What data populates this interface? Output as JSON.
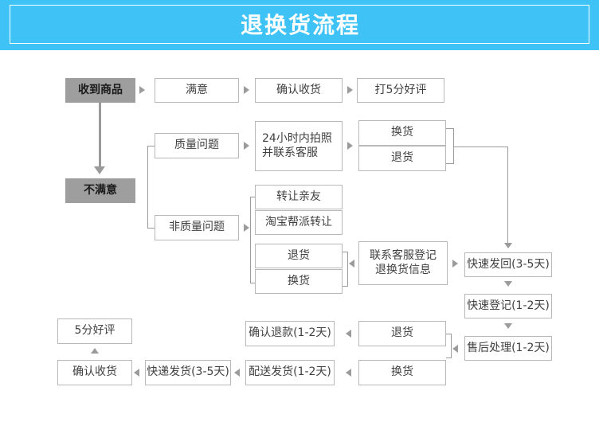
{
  "header": {
    "title": "退换货流程",
    "bg_color": "#3fc3f7",
    "text_color": "#ffffff"
  },
  "theme": {
    "node_border": "#b8b8b8",
    "node_fill": "#ffffff",
    "filled_node": "#9e9e9e",
    "connector": "#9b9b9b",
    "text": "#404040"
  },
  "nodes": {
    "received_goods": "收到商品",
    "satisfied": "满意",
    "confirm_receipt_top": "确认收货",
    "rate_5_star": "打5分好评",
    "not_satisfied": "不满意",
    "quality_issue": "质量问题",
    "photo_contact_service": "24小时内拍照\n并联系客服",
    "exchange_q": "换货",
    "return_q": "退货",
    "non_quality_issue": "非质量问题",
    "transfer_friend": "转让亲友",
    "taobao_group_transfer": "淘宝帮派转让",
    "return_nq": "退货",
    "exchange_nq": "换货",
    "contact_service_register": "联系客服登记\n退换货信息",
    "fast_send_back": "快速发回(3-5天)",
    "fast_register": "快速登记(1-2天)",
    "after_sale_process": "售后处理(1-2天)",
    "return_bottom": "退货",
    "exchange_bottom": "换货",
    "confirm_refund": "确认退款(1-2天)",
    "delivery_ship": "配送发货(1-2天)",
    "express_ship": "快递发货(3-5天)",
    "confirm_receipt_bottom": "确认收货",
    "rate_5_bottom": "5分好评"
  }
}
